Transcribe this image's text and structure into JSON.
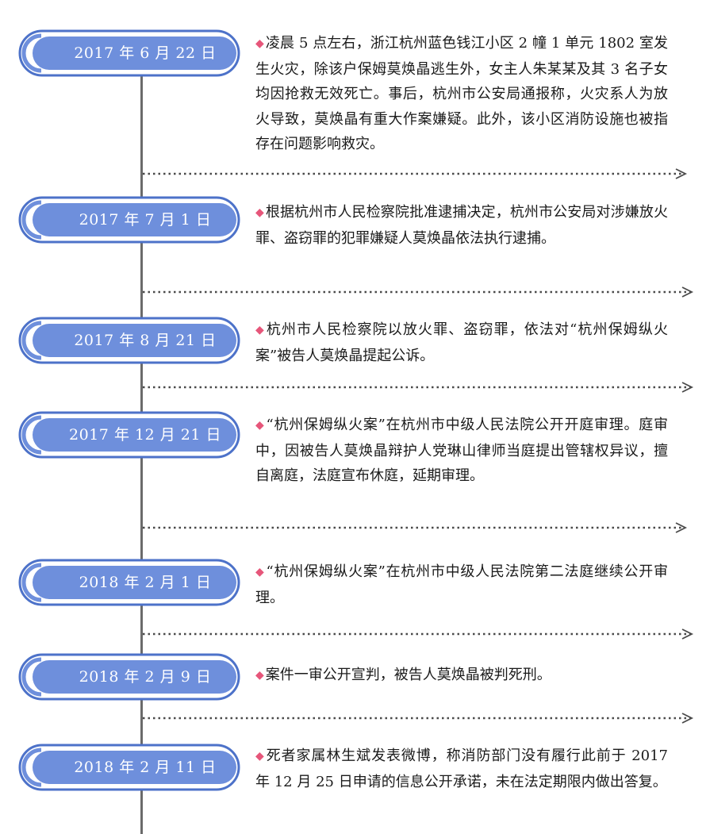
{
  "events": [
    {
      "date": "2017 年 6 月 22 日",
      "text": "凌晨 5 点左右，浙江杭州蓝色钱江小区 2 幢 1 单元 1802 室发生火灾，除该户保姆莫焕晶逃生外，女主人朱某某及其 3 名子女均因抢救无效死亡。事后，杭州市公安局通报称，火灾系人为放火导致，莫焕晶有重大作案嫌疑。此外，该小区消防设施也被指存在问题影响救灾。"
    },
    {
      "date": "2017 年 7 月 1 日",
      "text": "根据杭州市人民检察院批准逮捕决定，杭州市公安局对涉嫌放火罪、盗窃罪的犯罪嫌疑人莫焕晶依法执行逮捕。"
    },
    {
      "date": "2017 年 8 月 21 日",
      "text": "杭州市人民检察院以放火罪、盗窃罪，依法对“杭州保姆纵火案”被告人莫焕晶提起公诉。"
    },
    {
      "date": "2017 年 12 月 21 日",
      "text": "“杭州保姆纵火案”在杭州市中级人民法院公开开庭审理。庭审中，因被告人莫焕晶辩护人党琳山律师当庭提出管辖权异议，擅自离庭，法庭宣布休庭，延期审理。"
    },
    {
      "date": "2018 年 2 月 1 日",
      "text": "“杭州保姆纵火案”在杭州市中级人民法院第二法庭继续公开审理。"
    },
    {
      "date": "2018 年 2 月 9 日",
      "text": "案件一审公开宣判，被告人莫焕晶被判死刑。"
    },
    {
      "date": "2018 年 2 月 11 日",
      "text": "死者家属林生斌发表微博，称消防部门没有履行此前于 2017 年 12 月 25 日申请的信息公开承诺，未在法定期限内做出答复。"
    }
  ],
  "colors": {
    "pill_fill": "#6e8fdc",
    "pill_border": "#4d72c9",
    "axis": "#6b6b6b",
    "bullet": "#e6567a"
  },
  "icons": {
    "bullet": "diamond-icon",
    "separator": "dotted-arrow-icon"
  }
}
